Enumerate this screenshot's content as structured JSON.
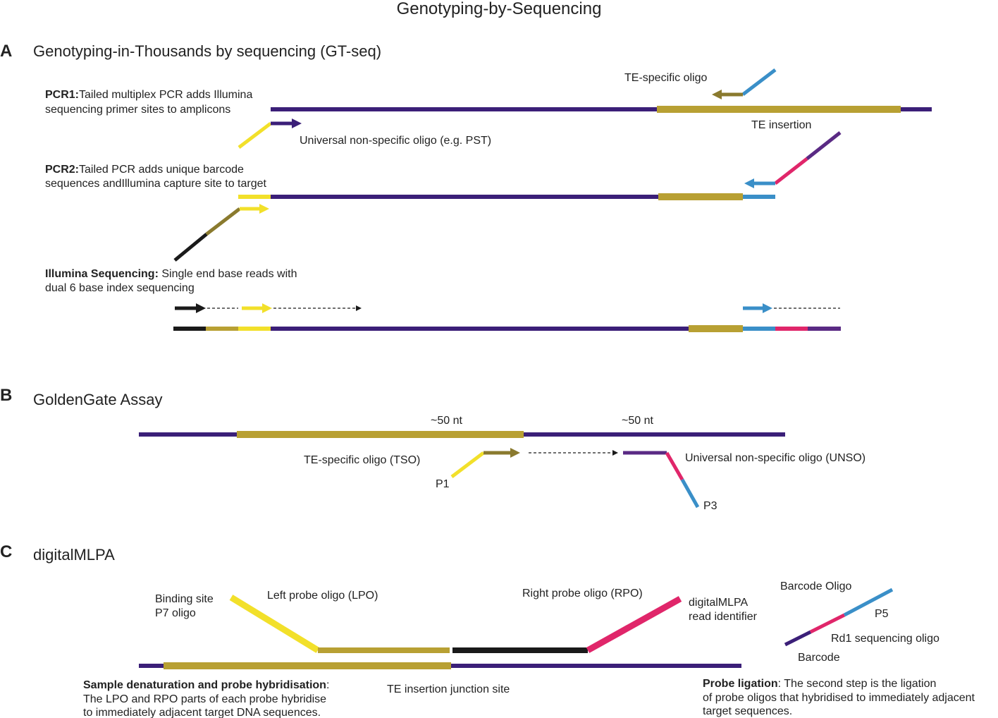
{
  "title": "Genotyping-by-Sequencing",
  "colors": {
    "dna": "#3b1f78",
    "te": "#b8a033",
    "olive": "#8a7a2e",
    "yellow": "#f2e02a",
    "blue": "#3a8fc8",
    "pink": "#e0266a",
    "purple": "#5a2a84",
    "black": "#1a1a1a"
  },
  "panel_a": {
    "letter": "A",
    "title": "Genotyping-in-Thousands by sequencing (GT-seq)",
    "te_specific_oligo": "TE-specific oligo",
    "pcr1_bold": "PCR1:",
    "pcr1_rest": "Tailed multiplex PCR adds Illumina",
    "pcr1_line2": "sequencing primer sites to amplicons",
    "te_insertion": "TE insertion",
    "universal_oligo": "Universal non-specific oligo (e.g. PST)",
    "pcr2_bold": "PCR2:",
    "pcr2_rest": "Tailed PCR adds unique barcode",
    "pcr2_line2": "sequences andIllumina capture site to target",
    "seq_bold": "Illumina Sequencing:",
    "seq_rest": " Single end base reads with",
    "seq_line2": "dual 6 base index sequencing"
  },
  "panel_b": {
    "letter": "B",
    "title": "GoldenGate Assay",
    "nt_left": "~50 nt",
    "nt_right": "~50 nt",
    "tso": "TE-specific oligo (TSO)",
    "unso": "Universal non-specific oligo (UNSO)",
    "p1": "P1",
    "p3": "P3"
  },
  "panel_c": {
    "letter": "C",
    "title": "digitalMLPA",
    "binding_line1": "Binding site",
    "binding_line2": "P7 oligo",
    "lpo": "Left probe oligo (LPO)",
    "rpo": "Right probe oligo (RPO)",
    "read_id_line1": "digitalMLPA",
    "read_id_line2": "read identifier",
    "barcode_oligo": "Barcode Oligo",
    "p5": "P5",
    "rd1": "Rd1 sequencing oligo",
    "barcode": "Barcode",
    "junction": "TE insertion junction site",
    "denat_bold": "Sample denaturation and probe hybridisation",
    "denat_colon": ":",
    "denat_line2": "The LPO and RPO parts of each probe hybridise",
    "denat_line3": "to immediately adjacent target DNA sequences.",
    "lig_bold": "Probe ligation",
    "lig_rest": ": The second step is the ligation",
    "lig_line2": "of probe oligos that hybridised to immediately adjacent",
    "lig_line3": "target sequences."
  }
}
